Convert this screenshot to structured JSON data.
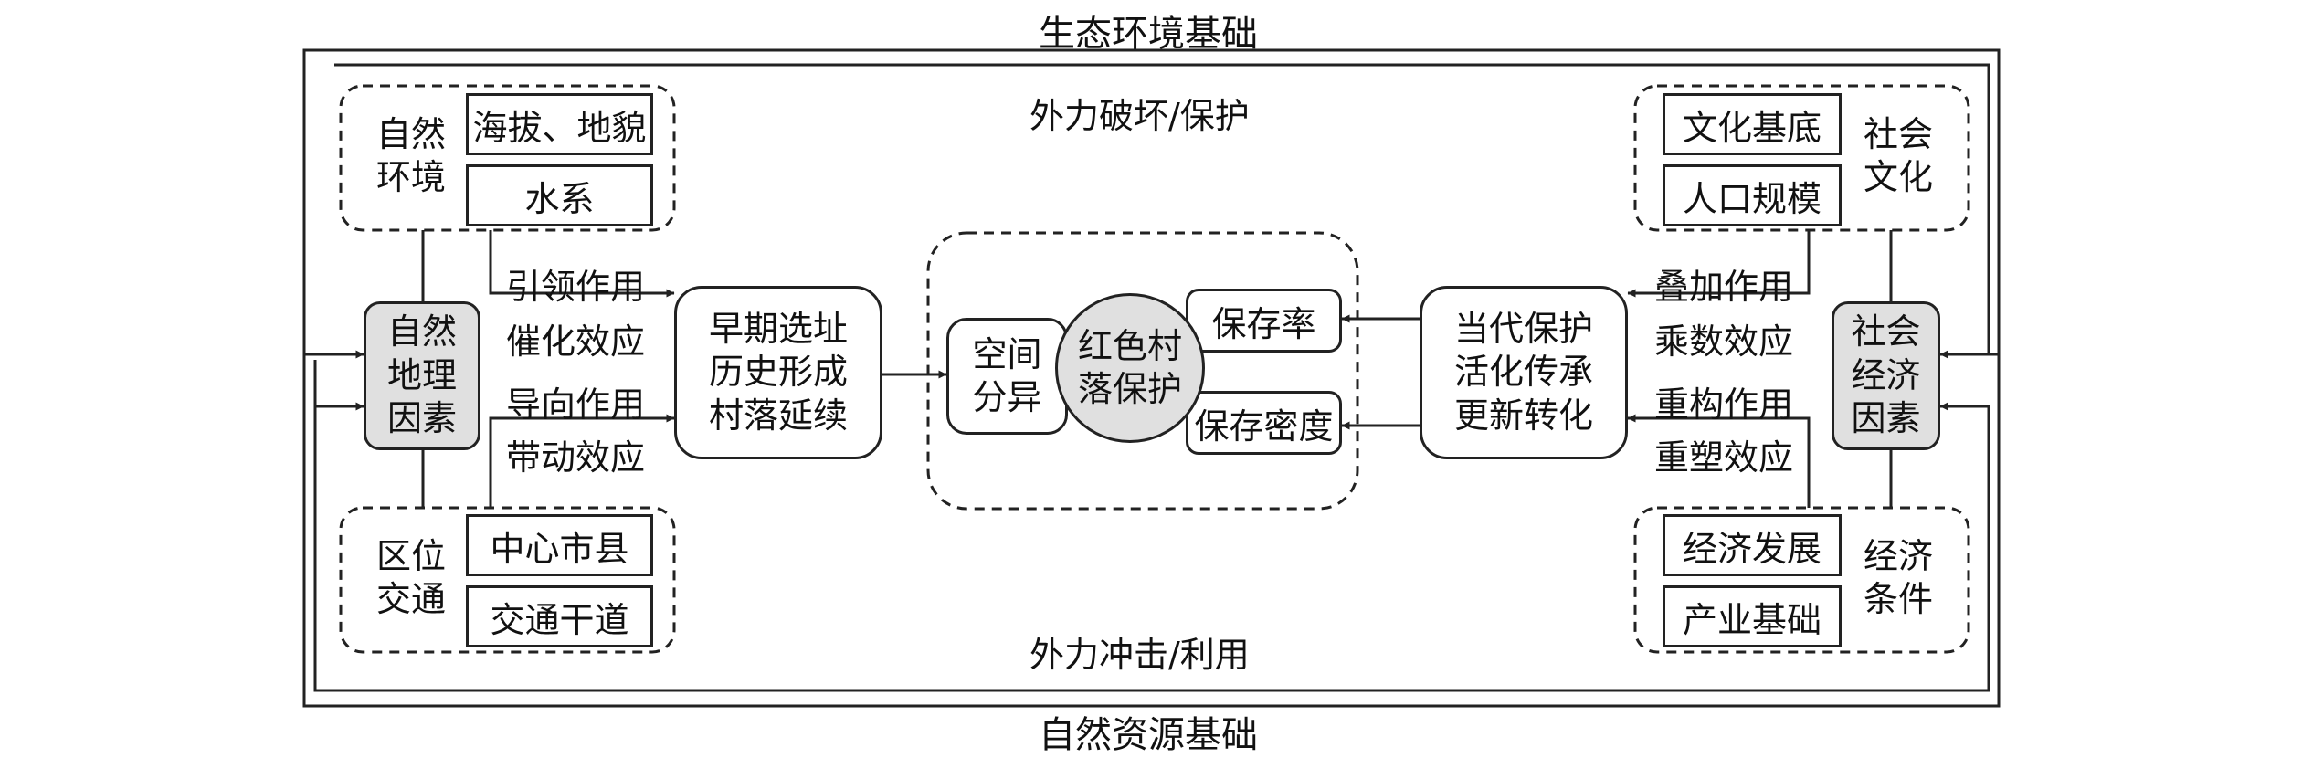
{
  "outer": {
    "top_label": "生态环境基础",
    "bottom_label": "自然资源基础",
    "top_inner_label": "外力破坏/保护",
    "bottom_inner_label": "外力冲击/利用"
  },
  "natural_env": {
    "label_line1": "自然",
    "label_line2": "环境",
    "item1": "海拔、地貌",
    "item2": "水系"
  },
  "location": {
    "label_line1": "区位",
    "label_line2": "交通",
    "item1": "中心市县",
    "item2": "交通干道"
  },
  "natural_factor": {
    "line1": "自然",
    "line2": "地理",
    "line3": "因素"
  },
  "left_effects": {
    "e1": "引领作用",
    "e2": "催化效应",
    "e3": "导向作用",
    "e4": "带动效应"
  },
  "early_box": {
    "line1": "早期选址",
    "line2": "历史形成",
    "line3": "村落延续"
  },
  "center": {
    "spatial_line1": "空间",
    "spatial_line2": "分异",
    "core_line1": "红色村",
    "core_line2": "落保护",
    "rate": "保存率",
    "density": "保存密度"
  },
  "modern_box": {
    "line1": "当代保护",
    "line2": "活化传承",
    "line3": "更新转化"
  },
  "right_effects": {
    "e1": "叠加作用",
    "e2": "乘数效应",
    "e3": "重构作用",
    "e4": "重塑效应"
  },
  "social_culture": {
    "label_line1": "社会",
    "label_line2": "文化",
    "item1": "文化基底",
    "item2": "人口规模"
  },
  "economic_cond": {
    "label_line1": "经济",
    "label_line2": "条件",
    "item1": "经济发展",
    "item2": "产业基础"
  },
  "social_factor": {
    "line1": "社会",
    "line2": "经济",
    "line3": "因素"
  }
}
